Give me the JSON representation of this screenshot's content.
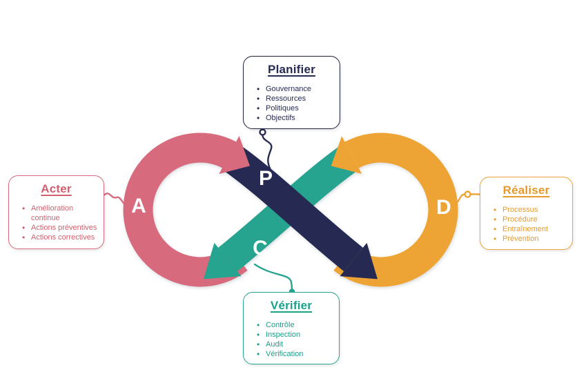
{
  "colors": {
    "plan_navy": "#262b52",
    "do_orange": "#eda436",
    "check_teal": "#27a490",
    "act_pink": "#d76b7d",
    "letter_color": "#ffffff",
    "background": "#ffffff"
  },
  "phases": {
    "plan": {
      "letter": "P",
      "title": "Planifier",
      "items": [
        "Gouvernance",
        "Ressources",
        "Politiques",
        "Objectifs"
      ]
    },
    "do": {
      "letter": "D",
      "title": "Réaliser",
      "items": [
        "Processus",
        "Procédure",
        "Entraînement",
        "Prévention"
      ]
    },
    "check": {
      "letter": "C",
      "title": "Vérifier",
      "items": [
        "Contrôle",
        "Inspection",
        "Audit",
        "Vérification"
      ]
    },
    "act": {
      "letter": "A",
      "title": "Acter",
      "items": [
        "Amélioration continue",
        "Actions préventives",
        "Actions correctives"
      ]
    }
  }
}
